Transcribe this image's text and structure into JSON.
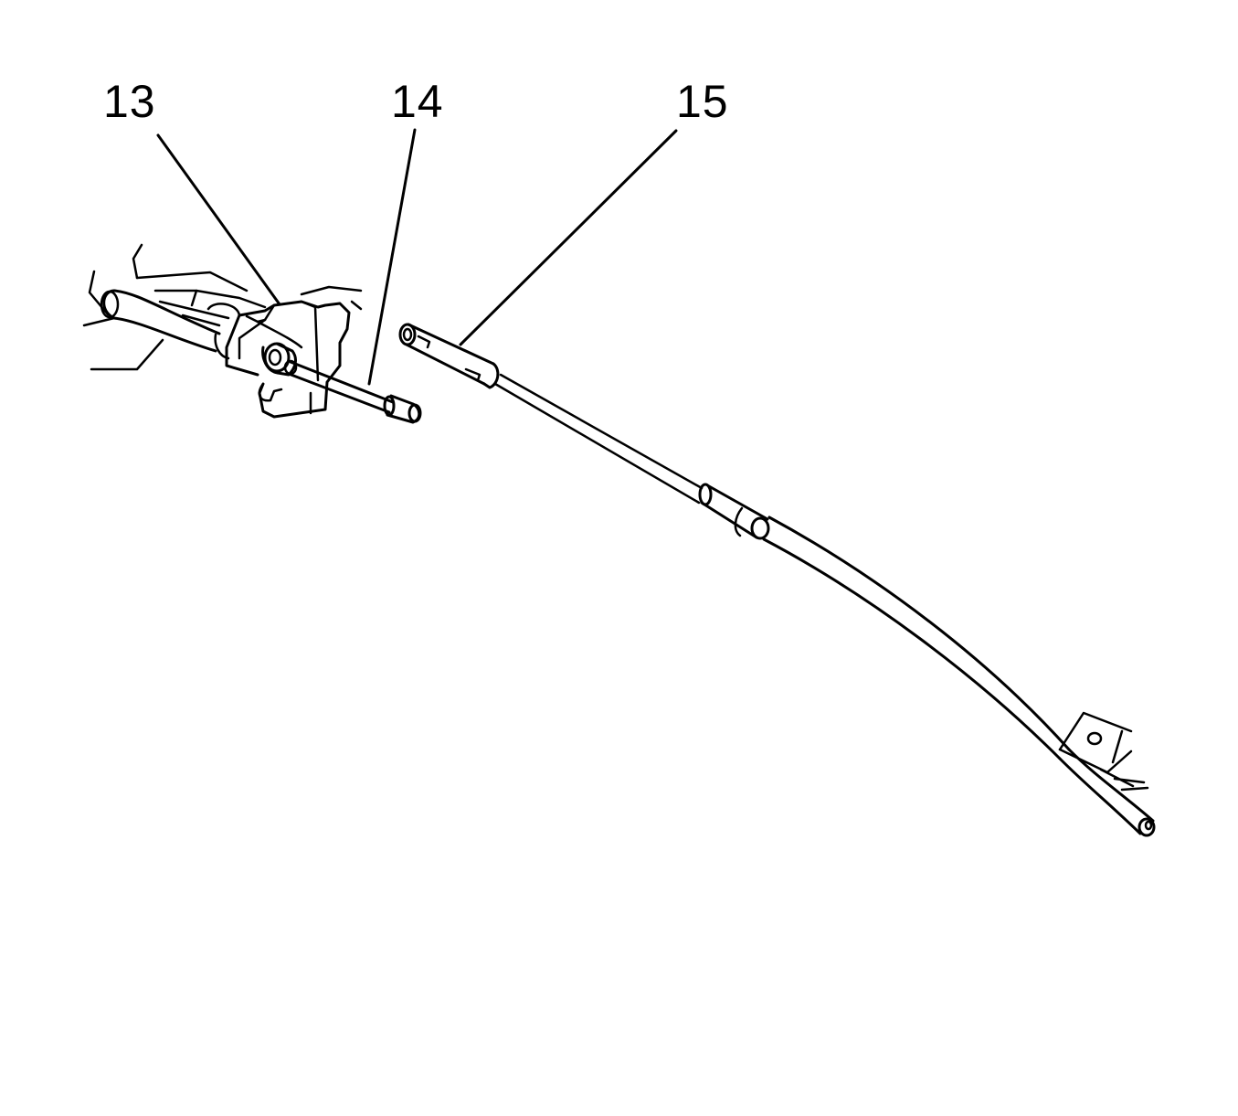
{
  "callouts": {
    "c13": "13",
    "c14": "14",
    "c15": "15"
  },
  "colors": {
    "line": "#000000",
    "background": "#ffffff"
  }
}
